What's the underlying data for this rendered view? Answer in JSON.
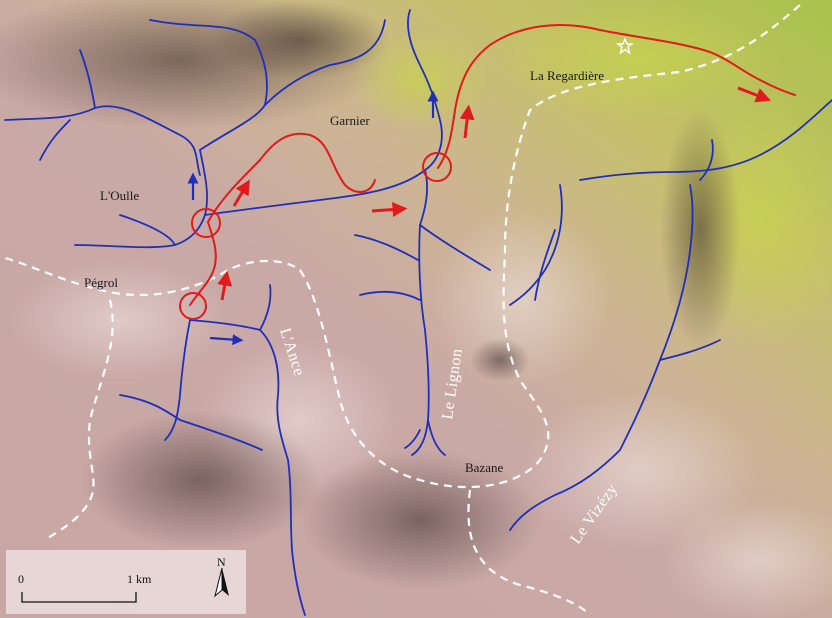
{
  "places": {
    "oulle": "L'Oulle",
    "pegrol": "Pégrol",
    "garnier": "Garnier",
    "regardiere": "La Regardière",
    "bazane": "Bazane"
  },
  "valleys": {
    "ance": "L'Ance",
    "lignon": "Le Lignon",
    "vizezy": "Le Vizézy"
  },
  "scale": {
    "start": "0",
    "end": "1 km"
  },
  "north": "N",
  "colors": {
    "river": "#1f2fb8",
    "route": "#e01b1b",
    "watershed": "#ffffff",
    "relief_low": "#c9a7a6",
    "relief_high": "#c9c25a"
  },
  "icons": {
    "star": "star-icon",
    "north_arrow": "north-arrow-icon"
  }
}
